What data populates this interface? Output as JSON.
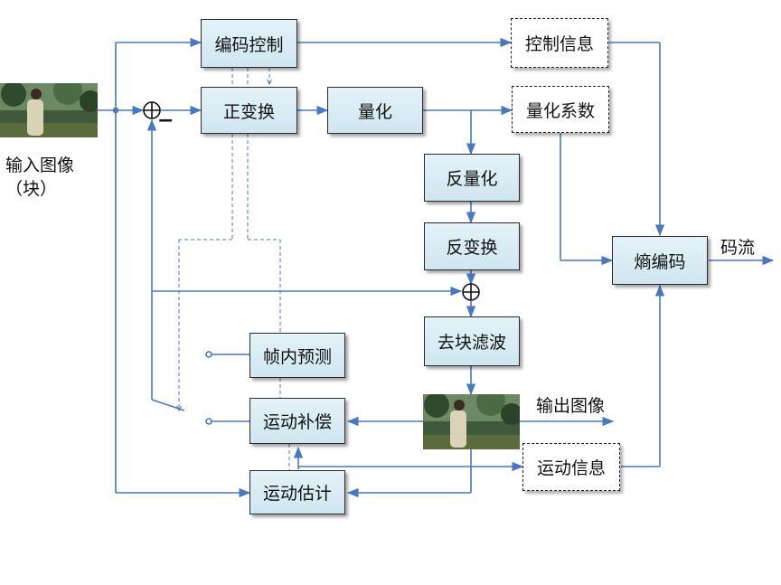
{
  "blocks": {
    "coding_control": "编码控制",
    "transform": "正变换",
    "quantize": "量化",
    "inverse_quantize": "反量化",
    "inverse_transform": "反变换",
    "deblocking": "去块滤波",
    "intra_prediction": "帧内预测",
    "motion_compensation": "运动补偿",
    "motion_estimation": "运动估计",
    "entropy_coding": "熵编码"
  },
  "info_boxes": {
    "control_info": "控制信息",
    "quant_coeffs": "量化系数",
    "motion_info": "运动信息"
  },
  "labels": {
    "input_image_line1": "输入图像",
    "input_image_line2": "（块）",
    "output_image": "输出图像",
    "bitstream": "码流",
    "minus": "−"
  },
  "colors": {
    "line": "#4a78c0",
    "box_fill": "#d8ecf4",
    "box_border": "#2b2b2b"
  }
}
